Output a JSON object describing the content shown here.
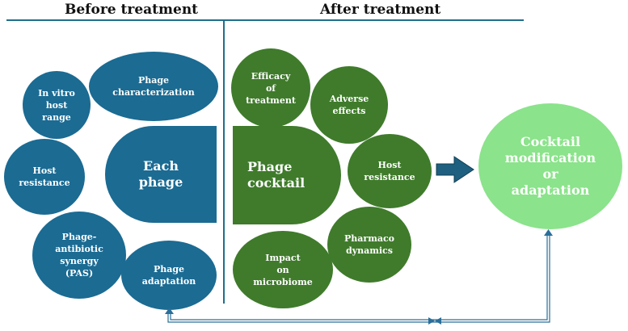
{
  "headers": {
    "before": "Before treatment",
    "after": "After treatment"
  },
  "before_nodes": {
    "phage_characterization": "Phage\ncharacterization",
    "in_vitro_host_range": "In vitro\nhost\nrange",
    "host_resistance": "Host\nresistance",
    "each_phage": "Each\nphage",
    "pas": "Phage-\nantibiotic\nsynergy\n(PAS)",
    "phage_adaptation": "Phage\nadaptation"
  },
  "after_nodes": {
    "efficacy": "Efficacy\nof\ntreatment",
    "adverse_effects": "Adverse\neffects",
    "phage_cocktail": "Phage\ncocktail",
    "host_resistance": "Host\nresistance",
    "pharmacodynamics": "Pharmaco\ndynamics",
    "microbiome": "Impact\non\nmicrobiome"
  },
  "outcome": "Cocktail\nmodification\nor\nadaptation",
  "colors": {
    "blue": "#1b6b93",
    "green": "#3f7b2b",
    "light_green": "#8be38b",
    "line": "#1f6f8b"
  }
}
